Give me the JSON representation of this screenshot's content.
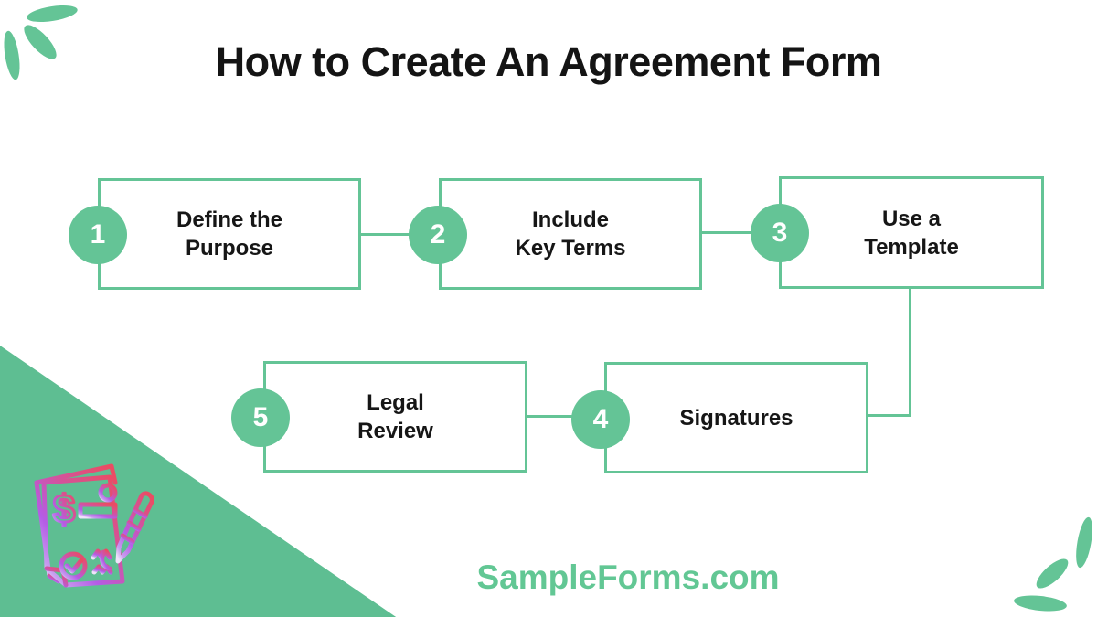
{
  "title": "How to Create An Agreement Form",
  "steps": [
    {
      "number": "1",
      "line1": "Define the",
      "line2": "Purpose"
    },
    {
      "number": "2",
      "line1": "Include",
      "line2": "Key Terms"
    },
    {
      "number": "3",
      "line1": "Use a",
      "line2": "Template"
    },
    {
      "number": "4",
      "line1": "Signatures",
      "line2": ""
    },
    {
      "number": "5",
      "line1": "Legal",
      "line2": "Review"
    }
  ],
  "footer": {
    "brand": "SampleForms.com"
  },
  "icons": {
    "corner_icon": "agreement-documents-with-pen-icon",
    "top_left": "leaf-cluster-icon",
    "bottom_right": "leaf-cluster-icon"
  },
  "colors": {
    "accent_green": "#64C496",
    "triangle_green": "#5EBE92",
    "footer_green": "#62C794",
    "title_black": "#141414",
    "icon_gradient_start": "#EA4C63",
    "icon_gradient_mid": "#B55CE6",
    "icon_gradient_end": "#EFE3FA"
  }
}
